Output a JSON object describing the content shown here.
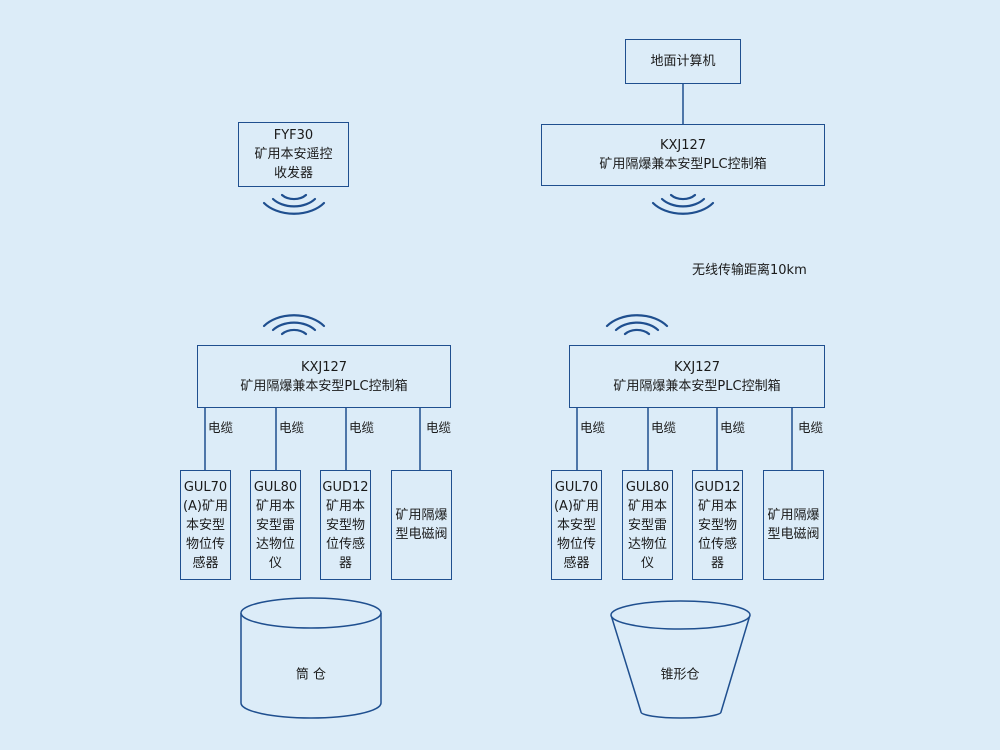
{
  "ground": {
    "computer": "地面计算机"
  },
  "remote": {
    "line1": "FYF30",
    "line2": "矿用本安遥控",
    "line3": "收发器"
  },
  "controller": {
    "model": "KXJ127",
    "desc": "矿用隔爆兼本安型PLC控制箱"
  },
  "wireless_distance": "无线传输距离10km",
  "cable_label": "电缆",
  "left_group": {
    "controller": {
      "model": "KXJ127",
      "desc": "矿用隔爆兼本安型PLC控制箱"
    },
    "sensors": [
      {
        "lines": [
          "GUL70",
          "(A)矿用",
          "本安型",
          "物位传",
          "感器"
        ]
      },
      {
        "lines": [
          "GUL80",
          "矿用本",
          "安型雷",
          "达物位",
          "仪"
        ]
      },
      {
        "lines": [
          "GUD12",
          "矿用本",
          "安型物",
          "位传感",
          "器"
        ]
      },
      {
        "lines": [
          "矿用隔爆",
          "型电磁阀"
        ]
      }
    ],
    "silo": "筒 仓"
  },
  "right_group": {
    "controller": {
      "model": "KXJ127",
      "desc": "矿用隔爆兼本安型PLC控制箱"
    },
    "sensors": [
      {
        "lines": [
          "GUL70",
          "(A)矿用",
          "本安型",
          "物位传",
          "感器"
        ]
      },
      {
        "lines": [
          "GUL80",
          "矿用本",
          "安型雷",
          "达物位",
          "仪"
        ]
      },
      {
        "lines": [
          "GUD12",
          "矿用本",
          "安型物",
          "位传感",
          "器"
        ]
      },
      {
        "lines": [
          "矿用隔爆",
          "型电磁阀"
        ]
      }
    ],
    "silo": "锥形仓"
  },
  "colors": {
    "background": "#dcecf8",
    "line": "#1f4f8f"
  }
}
